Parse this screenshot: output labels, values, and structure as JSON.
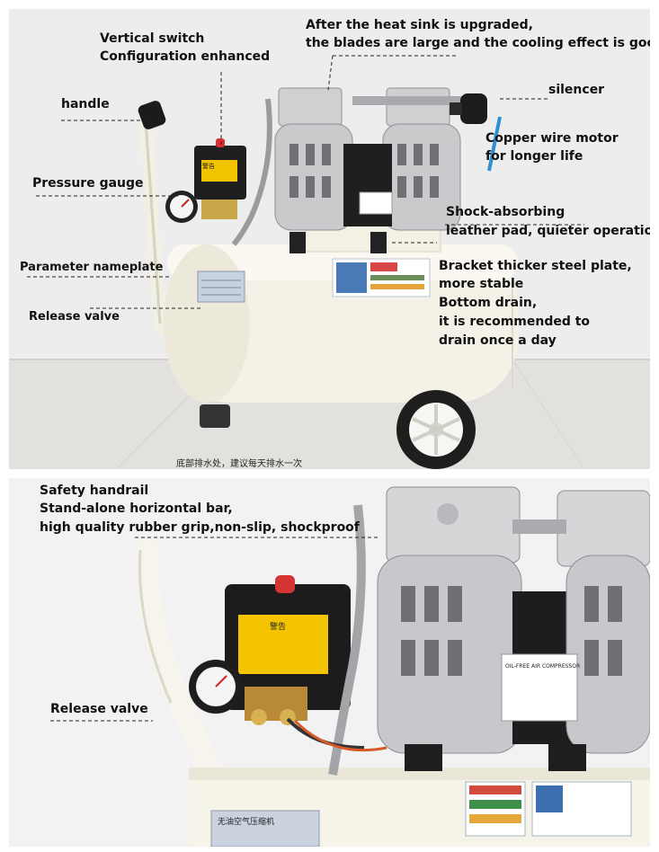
{
  "top_panel": {
    "labels": {
      "heat_sink_line1": "After the heat sink is upgraded,",
      "heat_sink_line2": "the blades are large and the cooling effect is good",
      "vertical_switch_line1": "Vertical switch",
      "vertical_switch_line2": "Configuration enhanced",
      "handle": "handle",
      "silencer": "silencer",
      "copper_line1": "Copper wire motor",
      "copper_line2": "for longer life",
      "pressure_gauge": "Pressure gauge",
      "shock_line1": "Shock-absorbing",
      "shock_line2": "leather pad, quieter operation",
      "nameplate": "Parameter nameplate",
      "bracket_line1": "Bracket thicker steel plate,",
      "bracket_line2": "more stable",
      "release_valve": "Release valve",
      "drain_line1": "Bottom drain,",
      "drain_line2": "it is recommended to",
      "drain_line3": "drain once a day"
    },
    "caption": "底部排水处，建议每天排水一次",
    "warning_label": "警告"
  },
  "bottom_panel": {
    "labels": {
      "handrail_line1": "Safety handrail",
      "handrail_line2": "Stand-alone horizontal bar,",
      "handrail_line3": "high quality rubber grip,non-slip, shockproof",
      "release_valve": "Release valve"
    },
    "warning_label": "警告",
    "motor_label": "OIL-FREE AIR COMPRESSOR",
    "tank_label": "无油空气压缩机"
  }
}
